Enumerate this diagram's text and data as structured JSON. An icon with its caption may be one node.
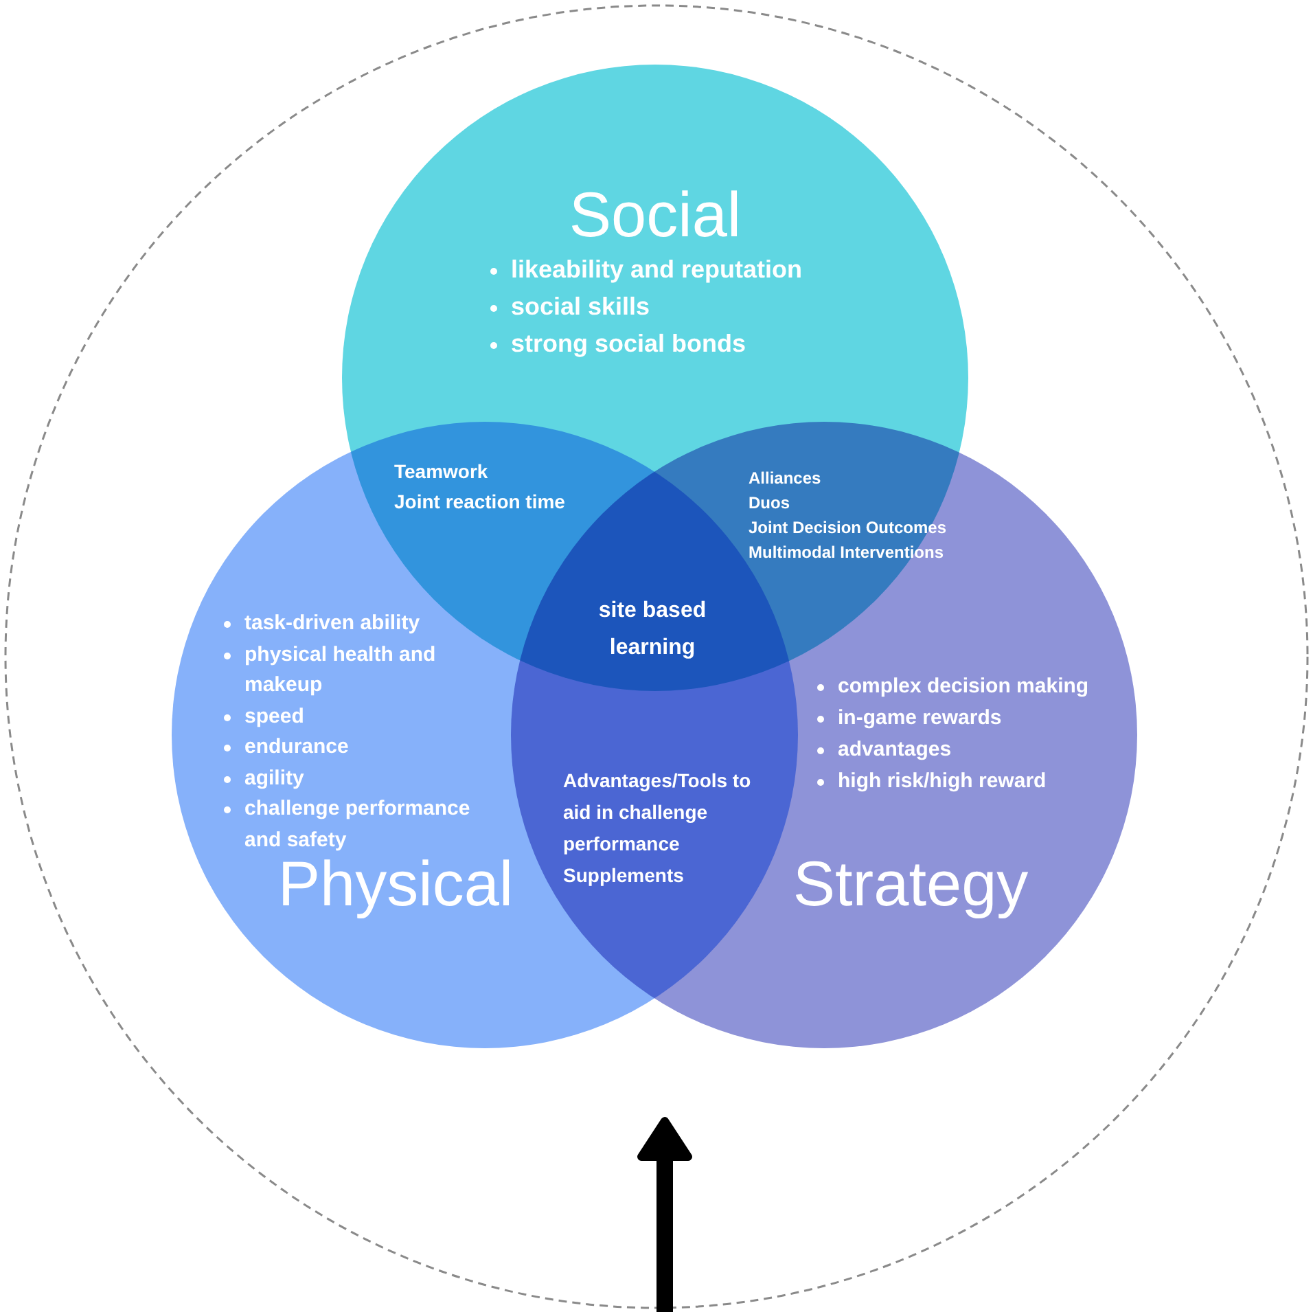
{
  "diagram": {
    "nodes": [
      {
        "text": [],
        "shape": "circle"
      },
      {
        "text": [
          "Social",
          "likeability and reputation",
          "social skills",
          "strong social bonds"
        ],
        "in": 0
      },
      {
        "text": [
          "task-driven ability",
          "physical health and makeup",
          "speed",
          "endurance",
          "agility",
          "challenge performance and safety",
          "Physical"
        ],
        "in": 0
      },
      {
        "text": [
          "complex decision making",
          "in-game rewards",
          "advantages",
          "high risk/high reward",
          "Strategy"
        ],
        "in": 0
      }
    ],
    "edges": [],
    "labels": [
      "Teamwork",
      "Joint reaction time",
      "Alliances",
      "Duos",
      "Joint Decision Outcomes",
      "Multimodal Interventions",
      "site based learning",
      "Advantages/Tools to aid in challenge performance",
      "Supplements"
    ]
  }
}
